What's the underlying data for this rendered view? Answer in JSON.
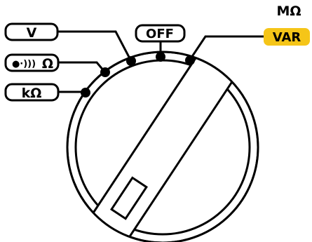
{
  "labels": {
    "v": "V",
    "continuity_icon": "●·)))",
    "ohm": "Ω",
    "kohm": "kΩ",
    "off": "OFF",
    "megaohm": "MΩ",
    "var": "VAR"
  },
  "colors": {
    "var_badge": "#f5c518",
    "line": "#000000",
    "background": "#ffffff"
  },
  "icons": {
    "continuity": "sound-waves-icon"
  }
}
